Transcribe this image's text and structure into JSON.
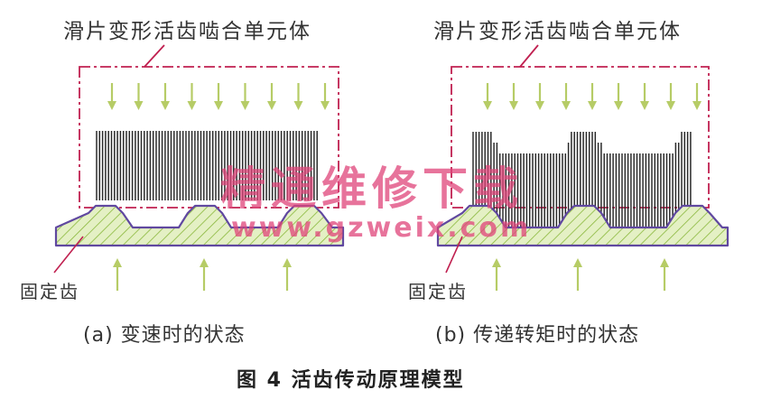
{
  "panels": [
    {
      "title": "滑片变形活齿啮合单元体",
      "base_label": "固定齿",
      "subcaption": "(a) 变速时的状态",
      "state": "uniform"
    },
    {
      "title": "滑片变形活齿啮合单元体",
      "base_label": "固定齿",
      "subcaption": "(b) 传递转矩时的状态",
      "state": "deformed"
    }
  ],
  "figure_caption": "图 4   活齿传动原理模型",
  "watermark": {
    "text": "精通维修下载",
    "url": "www.gzweix.com"
  },
  "colors": {
    "dash_box": "#c02050",
    "arrow": "#b6cc66",
    "slice": "#2a2a2a",
    "tooth_fill": "#e4f0c4",
    "tooth_hatch": "#8ab83c",
    "tooth_outline": "#6048a0",
    "watermark": "#e0457a"
  }
}
